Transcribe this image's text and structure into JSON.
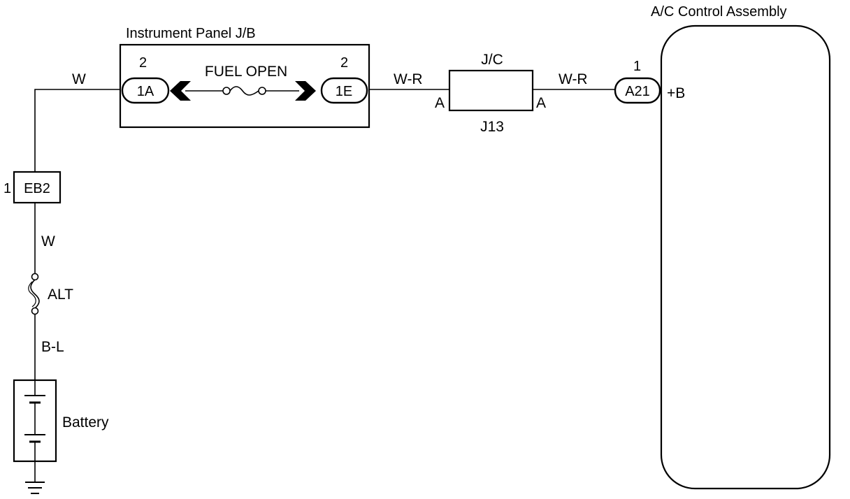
{
  "assemblies": {
    "ac_control": {
      "title": "A/C Control Assembly",
      "pin": "1",
      "connector": "A21",
      "terminal": "+B"
    },
    "instrument_panel_jb": {
      "title": "Instrument Panel J/B",
      "left_connector": "1A",
      "left_pin": "2",
      "right_connector": "1E",
      "right_pin": "2",
      "fuse": "FUEL OPEN"
    },
    "junction_connector": {
      "type": "J/C",
      "name": "J13",
      "left_pin": "A",
      "right_pin": "A"
    },
    "connector_eb2": {
      "name": "EB2",
      "pin": "1"
    },
    "fusible_link": "ALT",
    "battery": "Battery"
  },
  "wires": {
    "jb_to_eb2": "W",
    "eb2_to_alt": "W",
    "alt_to_battery": "B-L",
    "jb_to_jc": "W-R",
    "jc_to_ac": "W-R"
  }
}
